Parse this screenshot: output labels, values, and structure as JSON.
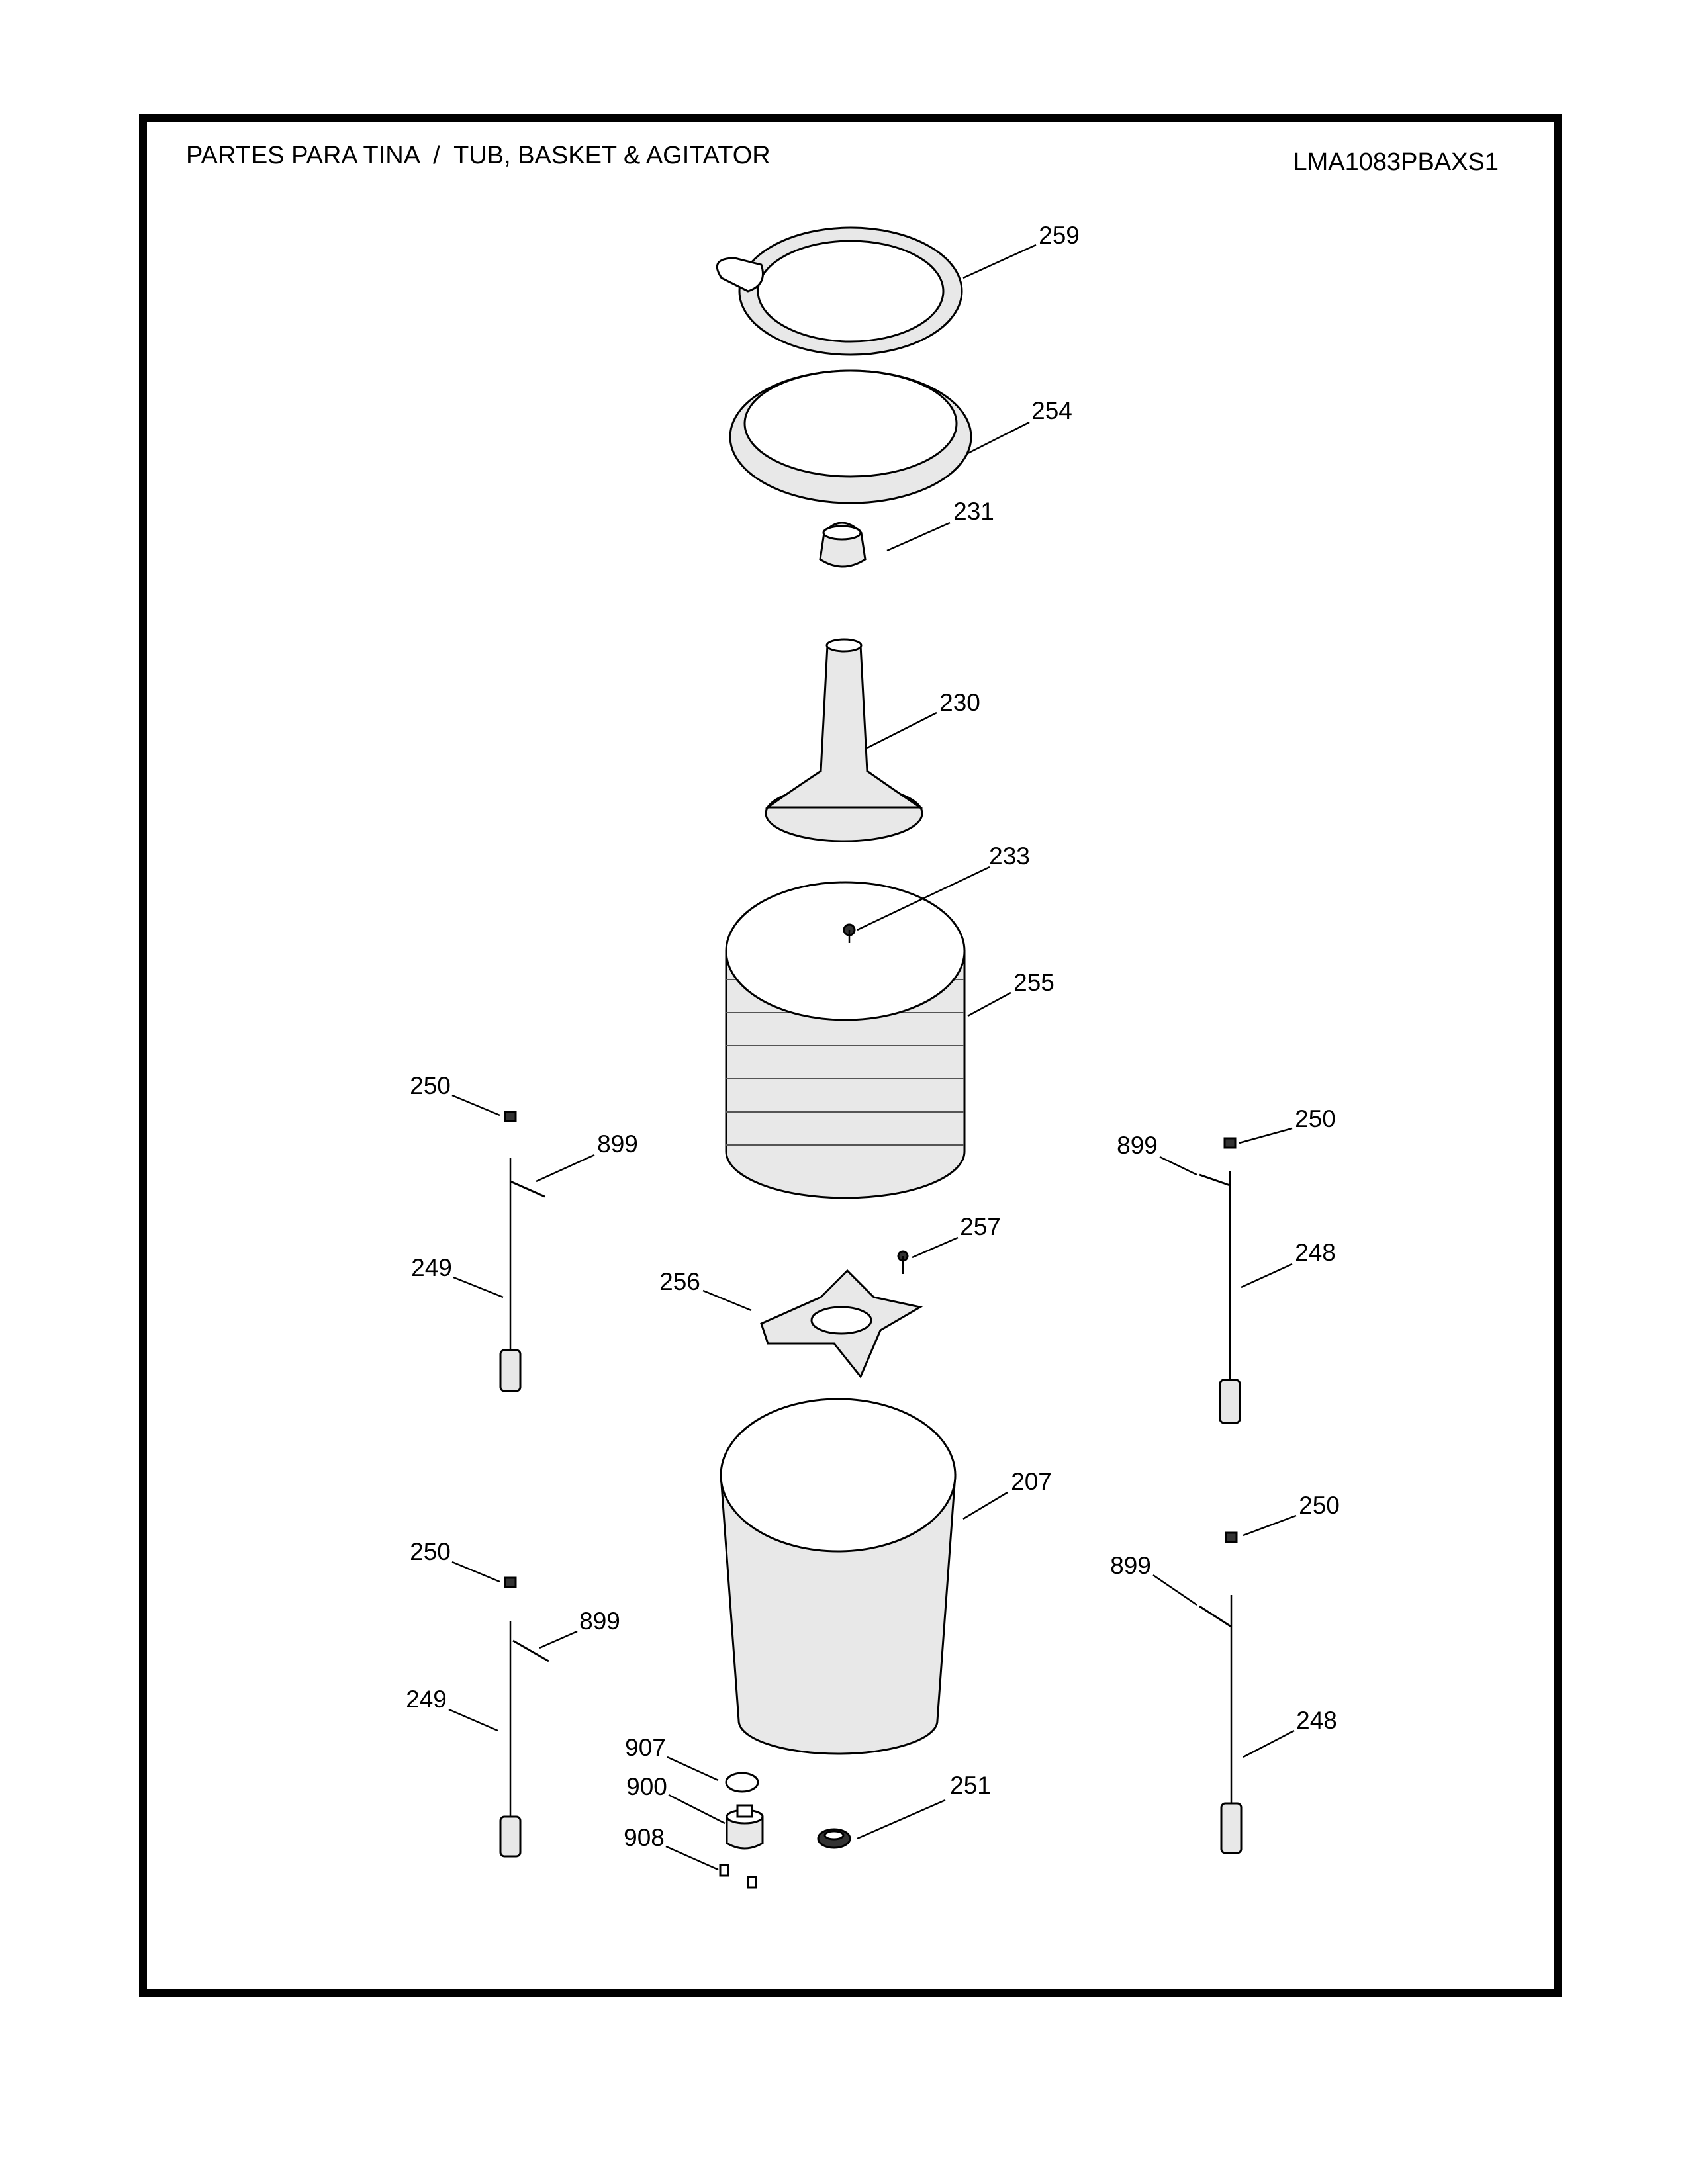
{
  "header": {
    "title": "PARTES PARA TINA  /  TUB, BASKET & AGITATOR",
    "model": "LMA1083PBAXS1"
  },
  "callouts": [
    "259",
    "254",
    "231",
    "230",
    "233",
    "255",
    "250",
    "899",
    "249",
    "250",
    "899",
    "248",
    "257",
    "256",
    "207",
    "250",
    "899",
    "249",
    "250",
    "899",
    "248",
    "907",
    "900",
    "908",
    "251"
  ]
}
